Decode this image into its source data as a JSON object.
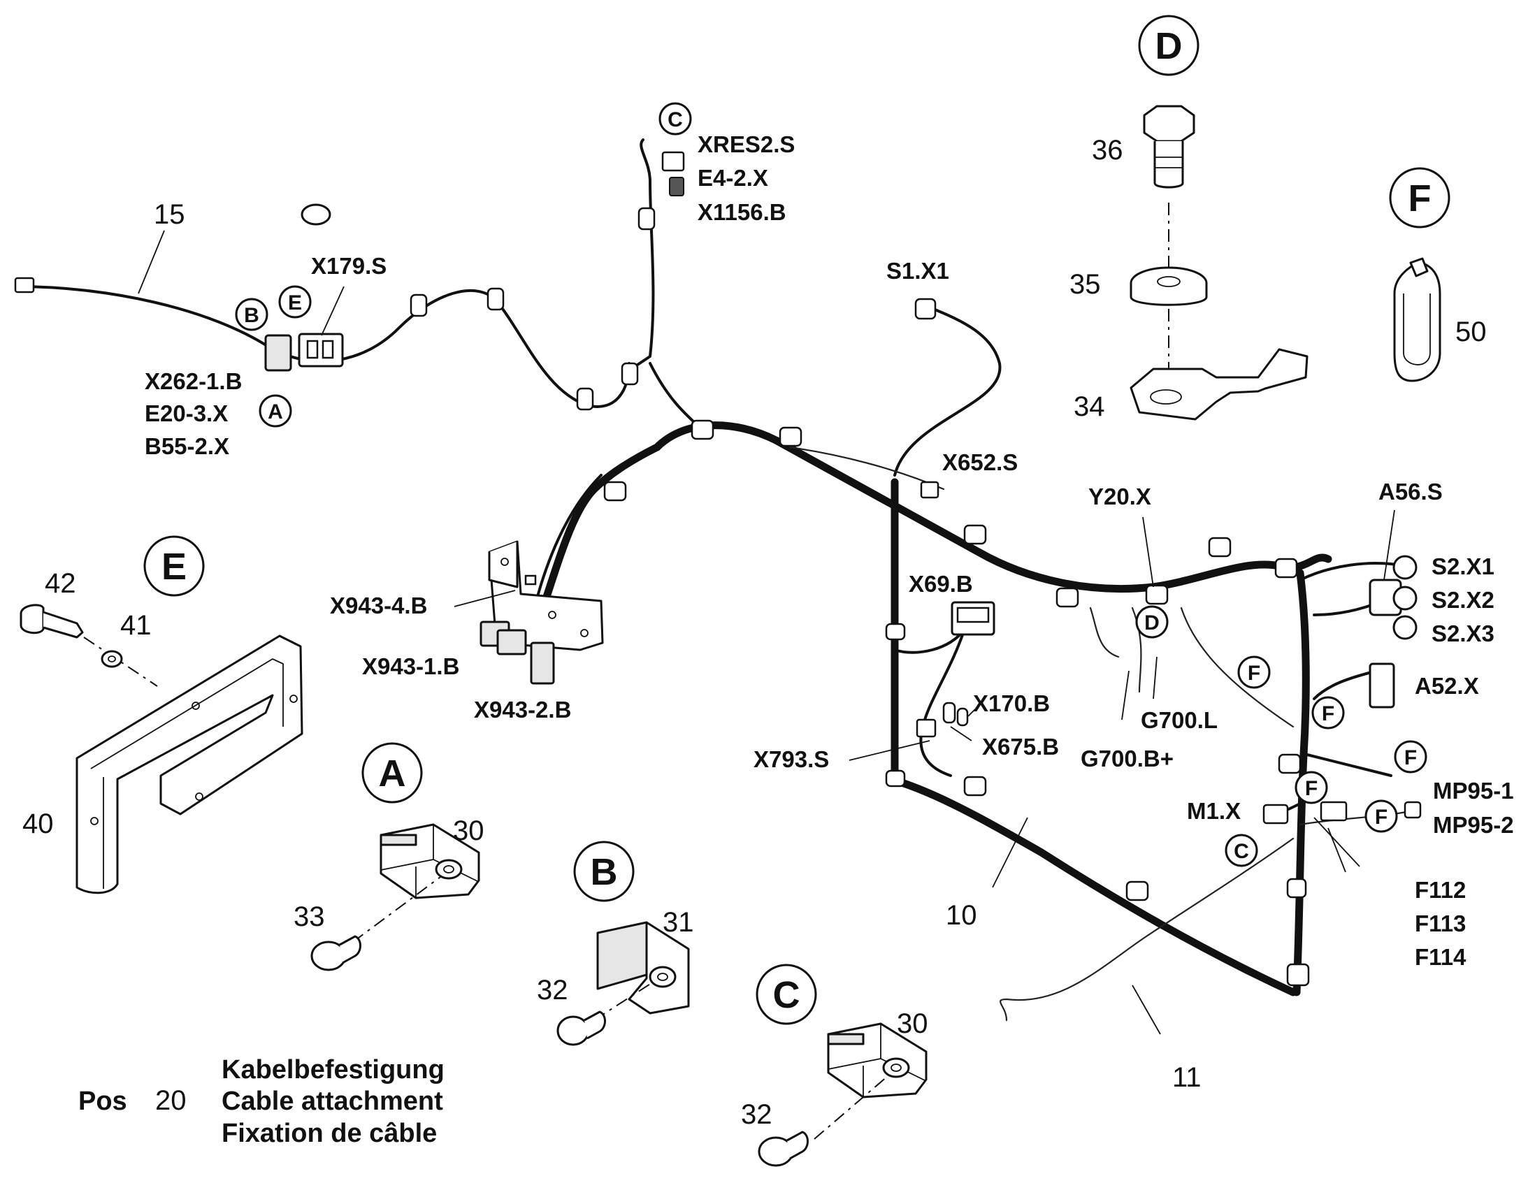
{
  "positions": {
    "p10": "10",
    "p11": "11",
    "p15": "15",
    "p30a": "30",
    "p30c": "30",
    "p31": "31",
    "p32b": "32",
    "p32c": "32",
    "p33": "33",
    "p34": "34",
    "p35": "35",
    "p36": "36",
    "p40": "40",
    "p41": "41",
    "p42": "42",
    "p50": "50"
  },
  "connectors": {
    "xres2": "XRES2.S",
    "e4": "E4-2.X",
    "x1156": "X1156.B",
    "x179": "X179.S",
    "x262": "X262-1.B",
    "e20": "E20-3.X",
    "b55": "B55-2.X",
    "s1x1": "S1.X1",
    "x652": "X652.S",
    "x943_4": "X943-4.B",
    "x943_1": "X943-1.B",
    "x943_2": "X943-2.B",
    "x69": "X69.B",
    "x170": "X170.B",
    "x675": "X675.B",
    "x793": "X793.S",
    "y20": "Y20.X",
    "g700l": "G700.L",
    "g700b": "G700.B+",
    "a56": "A56.S",
    "s2x1": "S2.X1",
    "s2x2": "S2.X2",
    "s2x3": "S2.X3",
    "a52": "A52.X",
    "mp95_1": "MP95-1",
    "mp95_2": "MP95-2",
    "m1x": "M1.X",
    "f112": "F112",
    "f113": "F113",
    "f114": "F114"
  },
  "detail_letters": {
    "A": "A",
    "B": "B",
    "C": "C",
    "D": "D",
    "E": "E",
    "F": "F"
  },
  "note": {
    "pos_label": "Pos",
    "pos_number": "20",
    "line_de": "Kabelbefestigung",
    "line_en": "Cable attachment",
    "line_fr": "Fixation de câble"
  }
}
